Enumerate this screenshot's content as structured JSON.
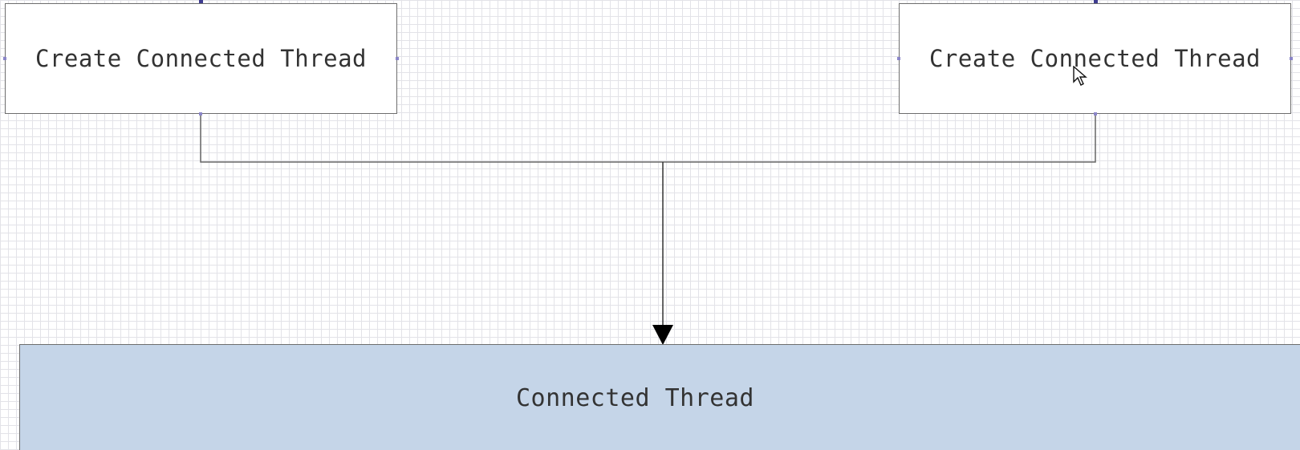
{
  "diagram": {
    "nodes": [
      {
        "id": "create_connected_thread_1",
        "label": "Create Connected Thread",
        "fill": "#ffffff"
      },
      {
        "id": "create_connected_thread_2",
        "label": "Create Connected Thread",
        "fill": "#ffffff"
      },
      {
        "id": "connected_thread",
        "label": "Connected Thread",
        "fill": "#c5d5e8"
      }
    ],
    "edges": [
      {
        "from": "create_connected_thread_1",
        "to": "connected_thread",
        "arrow": "filled-triangle"
      },
      {
        "from": "create_connected_thread_2",
        "to": "connected_thread",
        "arrow": "filled-triangle"
      }
    ],
    "colors": {
      "grid": "#e3e3e8",
      "connector": "#666666",
      "box_border": "#6d6d6d",
      "selection_handle": "#8b86c9",
      "target_fill": "#c5d5e8"
    },
    "icons": {
      "cursor": "mouse-pointer-icon"
    }
  }
}
